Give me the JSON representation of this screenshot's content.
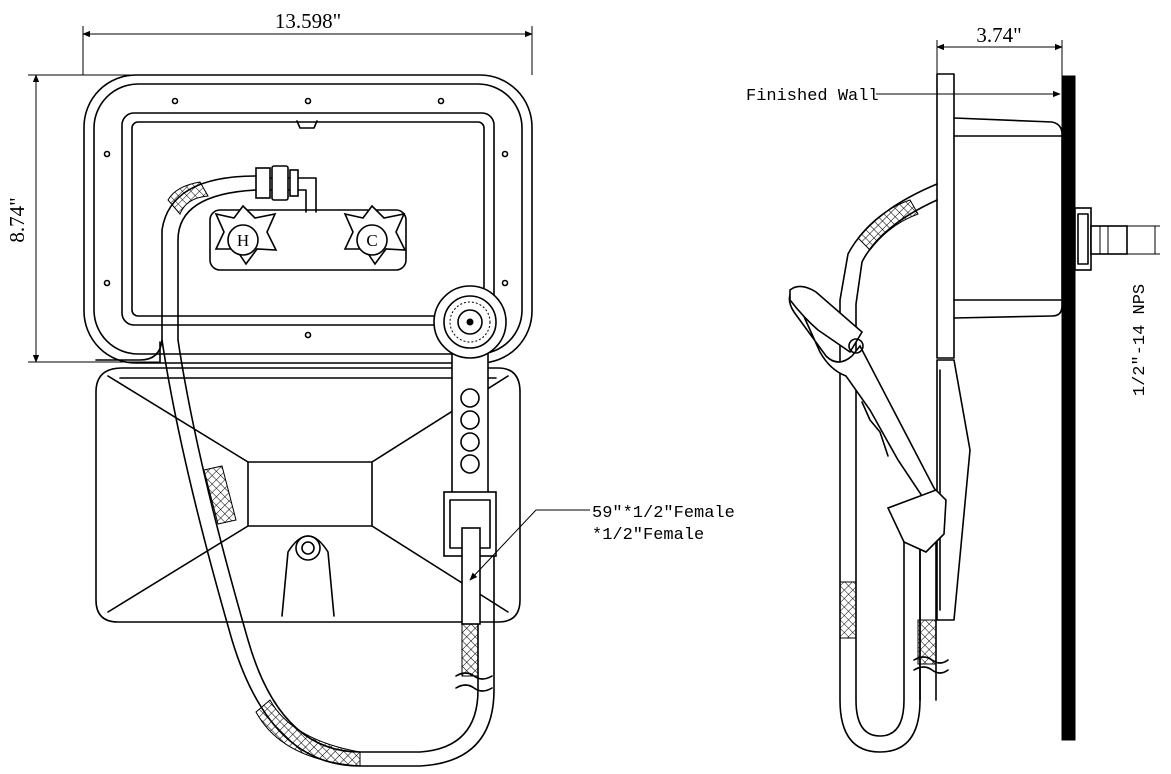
{
  "dimensions": {
    "width_label": "13.598\"",
    "height_label": "8.74\"",
    "depth_label": "3.74\""
  },
  "callouts": {
    "finished_wall": "Finished Wall",
    "thread_spec": "1/2\"-14 NPS",
    "hose_line1": "59\"*1/2\"Female",
    "hose_line2": "*1/2\"Female"
  },
  "knobs": {
    "hot": "H",
    "cold": "C"
  },
  "colors": {
    "stroke": "#000000",
    "background": "#ffffff"
  }
}
